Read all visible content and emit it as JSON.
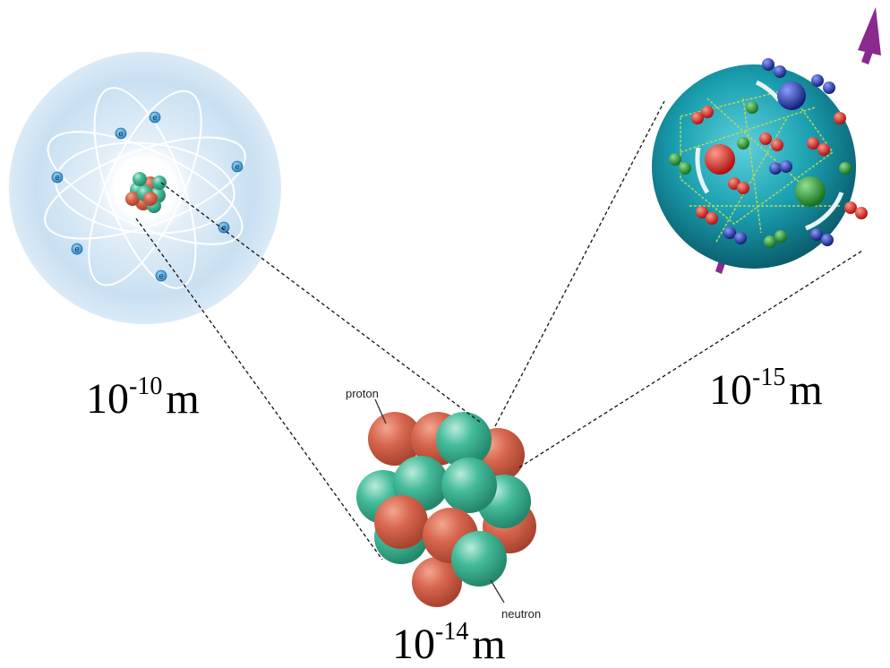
{
  "atom": {
    "electron_symbol": "e",
    "scale": {
      "base": "10",
      "exponent": "-10",
      "unit": "m"
    }
  },
  "nucleus": {
    "proton_label": "proton",
    "neutron_label": "neutron",
    "scale": {
      "base": "10",
      "exponent": "-14",
      "unit": "m"
    }
  },
  "nucleon": {
    "scale": {
      "base": "10",
      "exponent": "-15",
      "unit": "m"
    }
  },
  "colors": {
    "proton": "#d4674f",
    "neutron": "#3fb897",
    "atom_cloud": "#cfe4f5",
    "electron": "#3a98d8",
    "nucleon_sphere": "#168c9c",
    "quark_red": "#d21c1c",
    "quark_green": "#1c8a2a",
    "quark_blue": "#1e2f9e",
    "spin_arrow": "#8a2a8f",
    "gluon": "#b7d75a"
  }
}
